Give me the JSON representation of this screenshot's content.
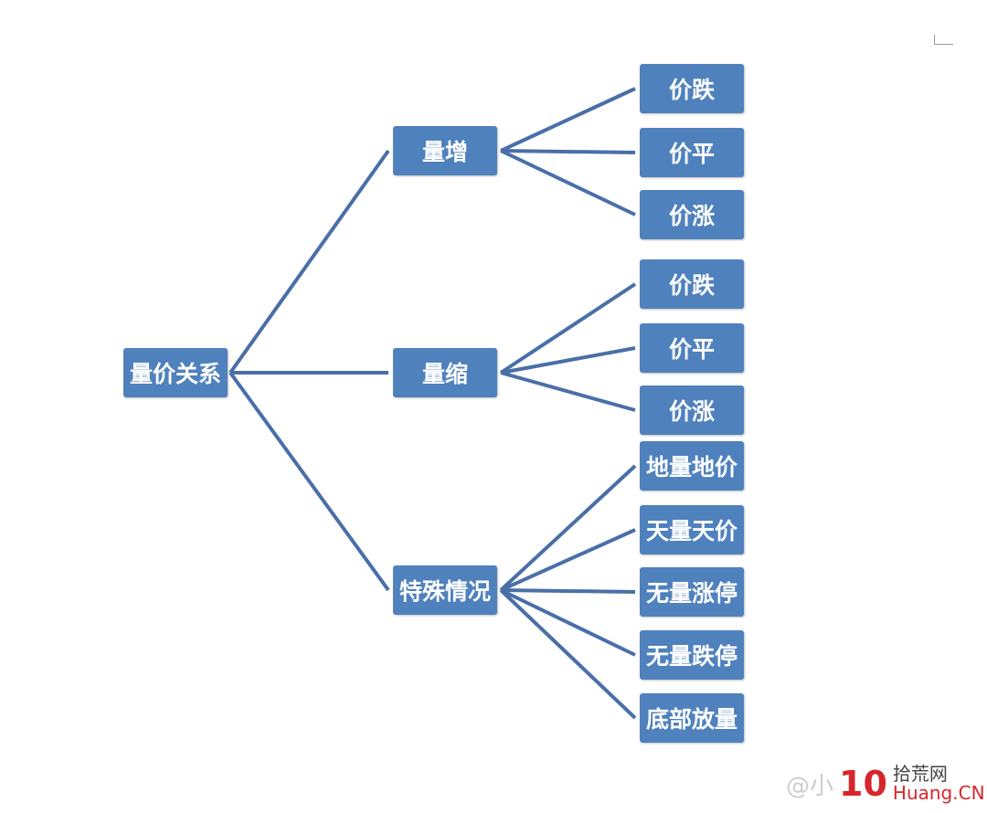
{
  "colors": {
    "node": "#4f81bd",
    "line": "#4a6fa8"
  },
  "root": {
    "label": "量价关系"
  },
  "branches": [
    {
      "label": "量增",
      "children": [
        "价跌",
        "价平",
        "价涨"
      ]
    },
    {
      "label": "量缩",
      "children": [
        "价跌",
        "价平",
        "价涨"
      ]
    },
    {
      "label": "特殊情况",
      "children": [
        "地量地价",
        "天量天价",
        "无量涨停",
        "无量跌停",
        "底部放量"
      ]
    }
  ],
  "watermark": {
    "handle": "@小",
    "logo_number": "10",
    "site_cn": "拾荒网",
    "site_en": "Huang.CN"
  }
}
